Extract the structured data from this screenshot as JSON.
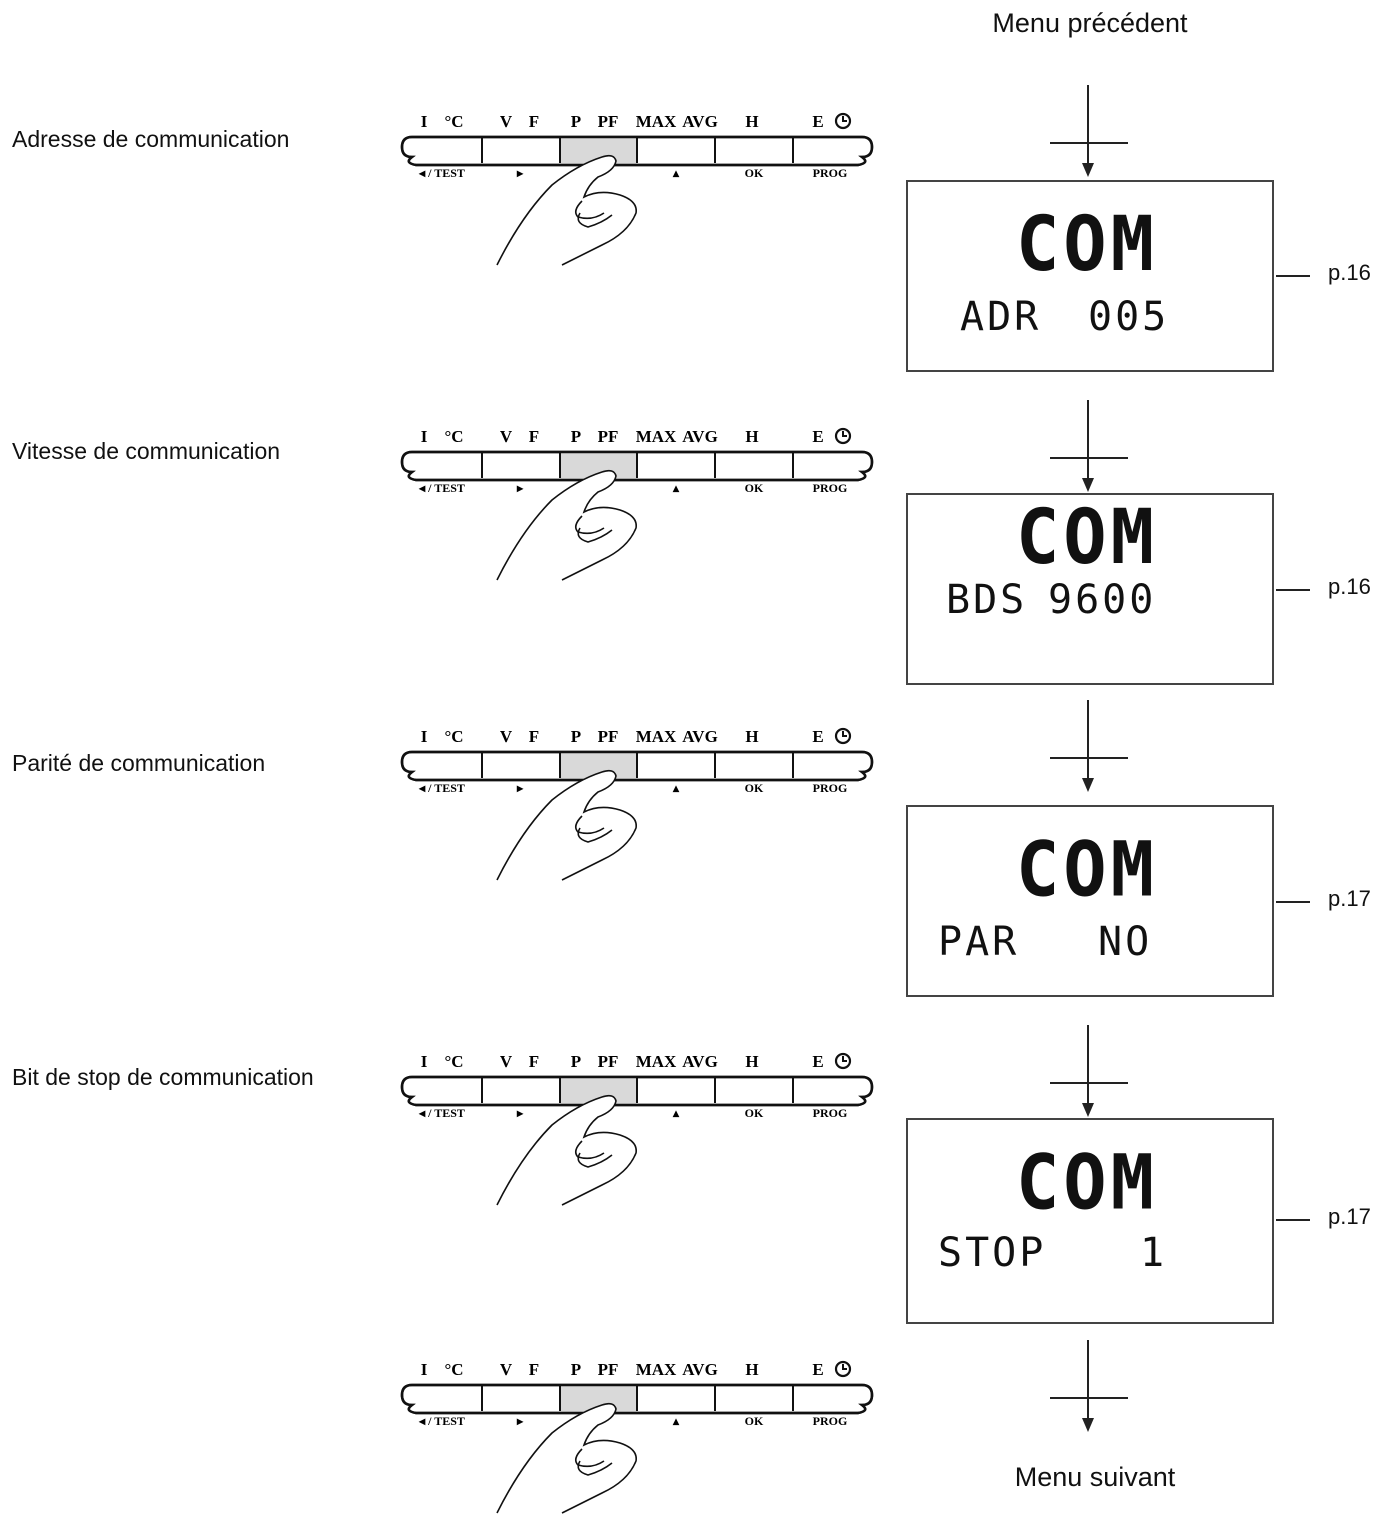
{
  "header": {
    "top": "Menu précédent",
    "bottom": "Menu suivant"
  },
  "keypad": {
    "top_labels": [
      "I",
      "°C",
      "V",
      "F",
      "P",
      "PF",
      "MAX",
      "AVG",
      "H",
      "E"
    ],
    "bottom_labels": [
      "◂ / TEST",
      "▸",
      "▾",
      "▴",
      "OK",
      "PROG"
    ],
    "pressed_key": "P PF",
    "clock_icon": "clock-icon"
  },
  "steps": [
    {
      "label": "Adresse de communication",
      "display_main": "COM",
      "display_sub_left": "ADR",
      "display_sub_right": "005",
      "page_ref": "p.16"
    },
    {
      "label": "Vitesse de communication",
      "display_main": "COM",
      "display_sub_left": "BDS",
      "display_sub_right": "9600",
      "page_ref": "p.16"
    },
    {
      "label": "Parité de communication",
      "display_main": "COM",
      "display_sub_left": "PAR",
      "display_sub_right": "NO",
      "page_ref": "p.17"
    },
    {
      "label": "Bit de stop de communication",
      "display_main": "COM",
      "display_sub_left": "STOP",
      "display_sub_right": "1",
      "page_ref": "p.17"
    }
  ],
  "colors": {
    "pressed_key_fill": "#d9d9d9",
    "line": "#222222"
  }
}
